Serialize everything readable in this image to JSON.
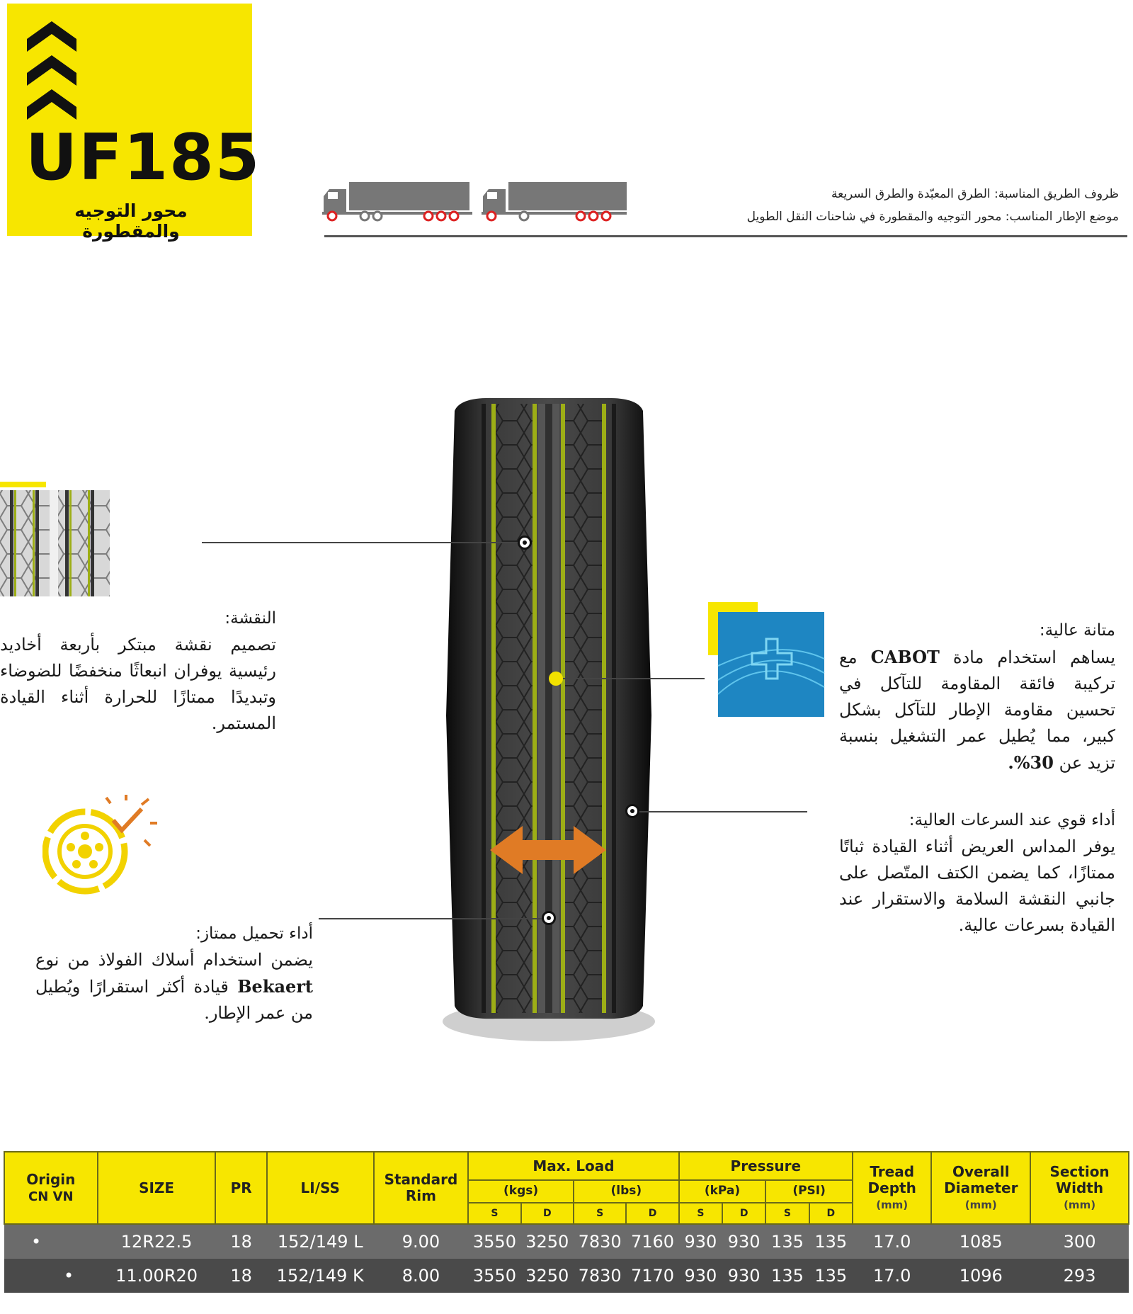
{
  "badge": {
    "model": "UF185",
    "subtitle": "محور التوجيه والمقطورة"
  },
  "conditions": {
    "line1": "ظروف الطريق المناسبة: الطرق المعبّدة والطرق السريعة",
    "line2": "موضع الإطار المناسب: محور التوجيه والمقطورة في شاحنات النقل الطويل"
  },
  "features": {
    "tread": {
      "title": "النقشة:",
      "body": "تصميم نقشة مبتكر بأربعة أخاديد رئيسية  يوفران انبعاثًا منخفضًا للضوضاء وتبديدًا ممتازًا للحرارة أثناء القيادة المستمر."
    },
    "durability": {
      "title": "متانة عالية:",
      "body_pre": " يساهم استخدام مادة ",
      "brand": "CABOT",
      "body_post": " مع تركيبة فائقة المقاومة للتآكل في تحسين مقاومة الإطار للتآكل بشكل كبير، مما يُطيل عمر التشغيل بنسبة تزيد عن ",
      "percent": "30%."
    },
    "speed": {
      "title": "أداء قوي عند السرعات العالية:",
      "body": "يوفر المداس العريض أثناء القيادة ثباتًا ممتازًا، كما يضمن الكتف المتّصل على جانبي النقشة السلامة والاستقرار عند القيادة بسرعات عالية."
    },
    "load": {
      "title": "أداء تحميل ممتاز:",
      "body_pre": "يضمن استخدام أسلاك الفولاذ من نوع ",
      "brand": "Bekaert",
      "body_post": " قيادة أكثر استقرارًا ويُطيل من عمر الإطار."
    }
  },
  "table": {
    "headers": {
      "origin": "Origin",
      "origin_sub": "CN  VN",
      "size": "SIZE",
      "pr": "PR",
      "liss": "LI/SS",
      "rim": "Standard Rim",
      "maxload": "Max. Load",
      "kgs": "(kgs)",
      "lbs": "(lbs)",
      "pressure": "Pressure",
      "kpa": "(kPa)",
      "psi": "(PSI)",
      "s": "S",
      "d": "D",
      "tread": "Tread Depth",
      "overall": "Overall Diameter",
      "section": "Section Width",
      "mm": "(mm)"
    },
    "rows": [
      {
        "cn": "•",
        "vn": "",
        "size": "12R22.5",
        "pr": "18",
        "liss": "152/149 L",
        "rim": "9.00",
        "kgs_s": "3550",
        "kgs_d": "3250",
        "lbs_s": "7830",
        "lbs_d": "7160",
        "kpa_s": "930",
        "kpa_d": "930",
        "psi_s": "135",
        "psi_d": "135",
        "tread": "17.0",
        "overall": "1085",
        "section": "300"
      },
      {
        "cn": "",
        "vn": "•",
        "size": "11.00R20",
        "pr": "18",
        "liss": "152/149 K",
        "rim": "8.00",
        "kgs_s": "3550",
        "kgs_d": "3250",
        "lbs_s": "7830",
        "lbs_d": "7170",
        "kpa_s": "930",
        "kpa_d": "930",
        "psi_s": "135",
        "psi_d": "135",
        "tread": "17.0",
        "overall": "1096",
        "section": "293"
      }
    ]
  },
  "colors": {
    "brand_yellow": "#f7e600",
    "arrow_orange": "#e07b25",
    "cabot_blue": "#1e86c2"
  }
}
